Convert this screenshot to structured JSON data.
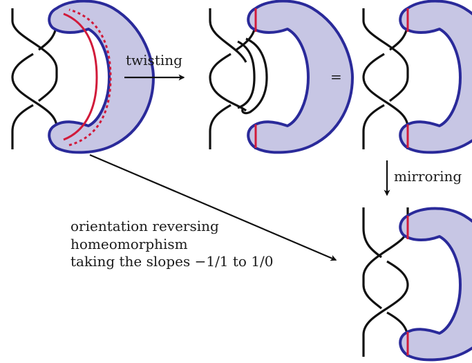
{
  "labels": {
    "twisting": "twisting",
    "equals": "=",
    "mirroring": "mirroring",
    "orientation_line1": "orientation reversing",
    "orientation_line2": "homeomorphism",
    "orientation_line3": "taking the slopes −1/1 to 1/0"
  },
  "colors": {
    "surface_fill": "#c7c6e4",
    "surface_outline": "#2a2a9a",
    "curve": "#d11a3a",
    "strand": "#111111"
  }
}
